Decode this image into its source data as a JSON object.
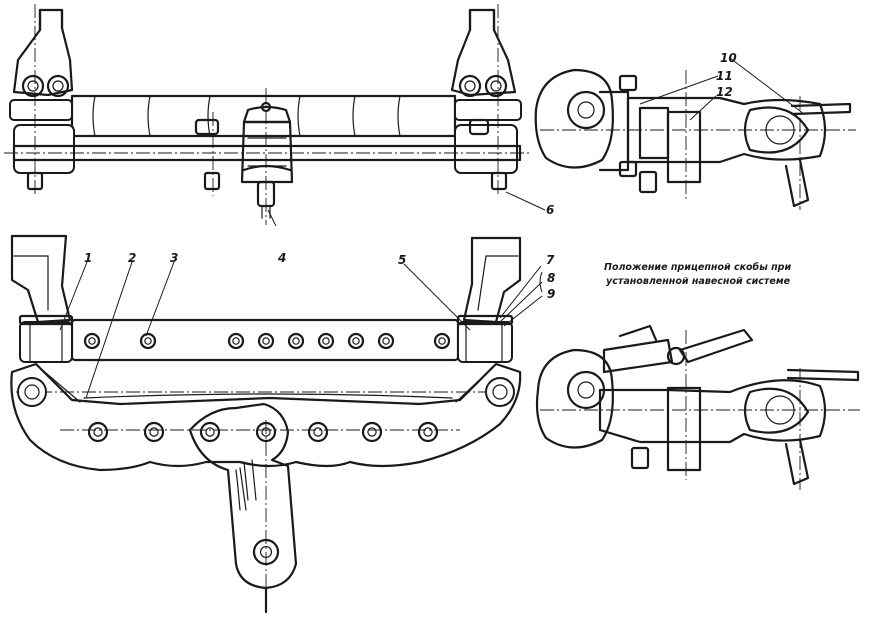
{
  "callouts": {
    "c1": "1",
    "c2": "2",
    "c3": "3",
    "c4": "4",
    "c5": "5",
    "c6": "6",
    "c7": "7",
    "c8": "8",
    "c9": "9",
    "c10": "10",
    "c11": "11",
    "c12": "12"
  },
  "note": {
    "line1": "Положение прицепной скобы при",
    "line2": "установленной навесной системе"
  }
}
